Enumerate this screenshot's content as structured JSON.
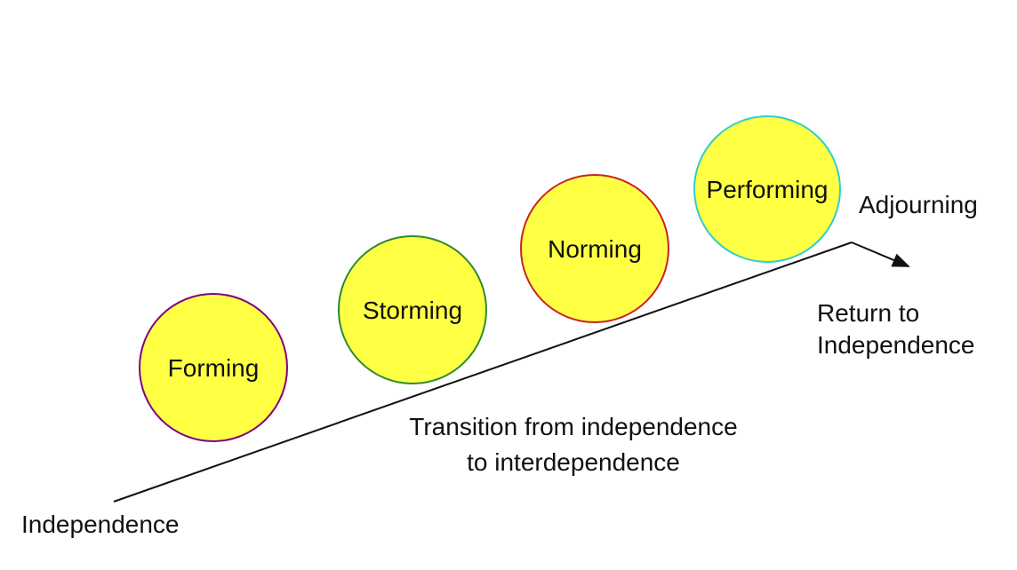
{
  "stages": [
    {
      "label": "Forming",
      "fill": "#FFFF44",
      "stroke": "#800080"
    },
    {
      "label": "Storming",
      "fill": "#FFFF44",
      "stroke": "#2E8B2E"
    },
    {
      "label": "Norming",
      "fill": "#FFFF44",
      "stroke": "#CC2222"
    },
    {
      "label": "Performing",
      "fill": "#FFFF44",
      "stroke": "#33CCCC"
    }
  ],
  "labels": {
    "start": "Independence",
    "adjourning": "Adjourning",
    "return_line1": "Return to",
    "return_line2": "Independence",
    "transition_line1": "Transition from independence",
    "transition_line2": "to interdependence"
  },
  "colors": {
    "line": "#111111",
    "text": "#111111"
  }
}
